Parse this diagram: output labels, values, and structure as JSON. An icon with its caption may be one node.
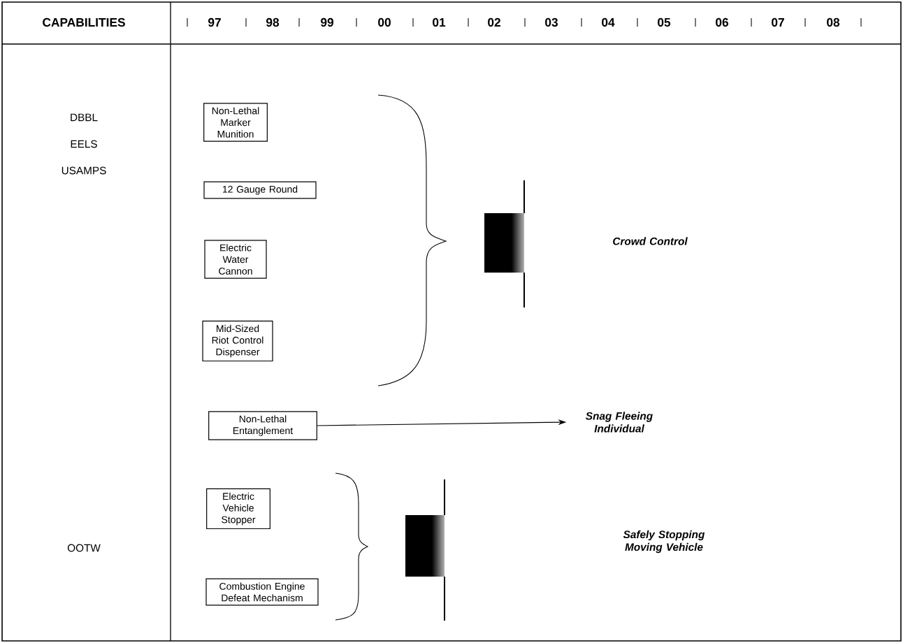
{
  "diagram": {
    "nodes": [
      {
        "text": [
          "Non-Lethal Marker Munition"
        ]
      },
      {
        "text": [
          "12 Gauge Round"
        ]
      },
      {
        "text": [
          "Electric Water Cannon"
        ]
      },
      {
        "text": [
          "Mid-Sized Riot Control Dispenser"
        ]
      },
      {
        "text": [
          "Non-Lethal Entanglement"
        ]
      },
      {
        "text": [
          "Snag Fleeing Individual"
        ]
      },
      {
        "text": [
          "Electric Vehicle Stopper"
        ]
      },
      {
        "text": [
          "Combustion Engine Defeat Mechanism"
        ]
      }
    ],
    "edges": [
      {
        "from": 4,
        "to": 5,
        "arrow": "to"
      }
    ],
    "labels": [
      "CAPABILITIES",
      "97",
      "98",
      "99",
      "00",
      "01",
      "02",
      "03",
      "04",
      "05",
      "06",
      "07",
      "08",
      "DBBL",
      "EELS",
      "USAMPS",
      "Crowd Control",
      "Safely Stopping Moving Vehicle",
      "OOTW"
    ]
  }
}
